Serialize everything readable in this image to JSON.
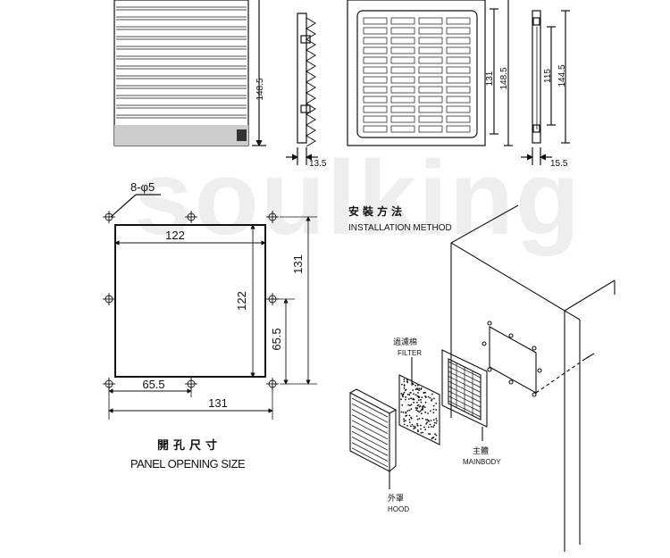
{
  "watermark": "soulking",
  "colors": {
    "line": "#111111",
    "watermark": "#eeeeee",
    "hatch": "#bbbbbb"
  },
  "top_views": {
    "front_height": "148.5",
    "side1_depth": "13.5",
    "back_width": "131",
    "back_height": "148.5",
    "side2_depth": "15.5",
    "side2_inner": "115",
    "side2_outer": "144.5"
  },
  "panel": {
    "holes_label": "8-φ5",
    "top_width": "122",
    "inner_height": "122",
    "outer_height": "131",
    "half_height": "65.5",
    "half_width": "65.5",
    "bottom_width": "131",
    "title_cn": "開孔尺寸",
    "title_en": "PANEL OPENING SIZE"
  },
  "install": {
    "title_cn": "安裝方法",
    "title_en": "INSTALLATION METHOD",
    "filter_cn": "過濾棉",
    "filter_en": "FILTER",
    "mainbody_cn": "主體",
    "mainbody_en": "MAINBODY",
    "hood_cn": "外罩",
    "hood_en": "HOOD"
  }
}
